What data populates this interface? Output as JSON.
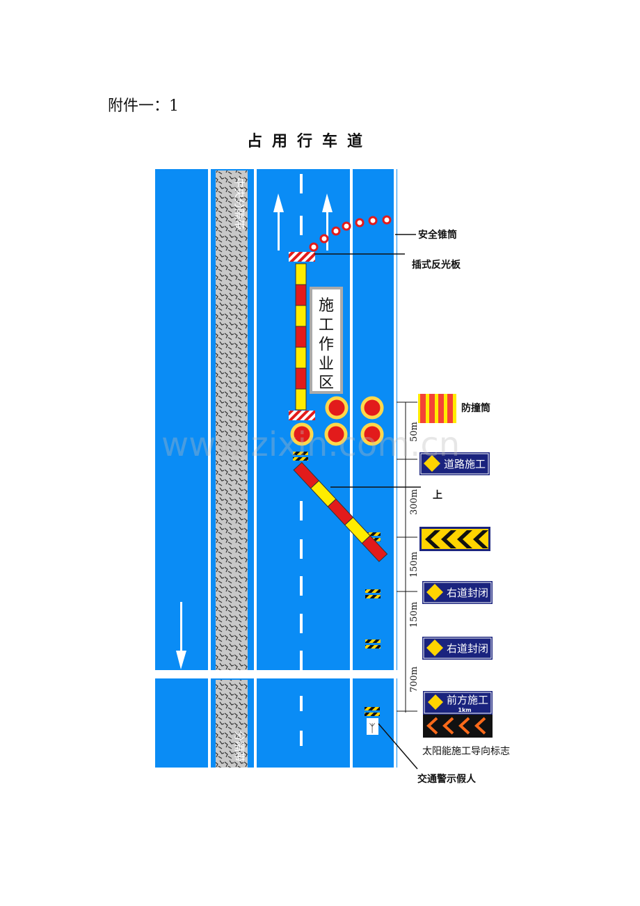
{
  "heading": "附件一：1",
  "title": "占用行车道",
  "median_label": "中央分隔带",
  "median_label_bottom": "分隔带",
  "work_zone_label": [
    "施",
    "工",
    "作",
    "业",
    "区"
  ],
  "labels": {
    "cones": "安全锥筒",
    "reflector": "插式反光板",
    "crash_barrel": "防撞筒",
    "solar_sign": "太阳能施工导向标志",
    "dummy": "交通警示假人",
    "clipped_label": "上"
  },
  "signs": {
    "road_work": "道路施工",
    "right_closed_1": "右道封闭",
    "right_closed_2": "右道封闭",
    "ahead_work": "前方施工",
    "ahead_distance": "1km"
  },
  "dimensions": [
    "50m",
    "300m",
    "150m",
    "150m",
    "700m"
  ],
  "watermark": "www.zixin.com.cn",
  "colors": {
    "road": "#0a8cf5",
    "sign_blue": "#1a237e",
    "red": "#e21b1b",
    "yellow": "#ffec00"
  }
}
